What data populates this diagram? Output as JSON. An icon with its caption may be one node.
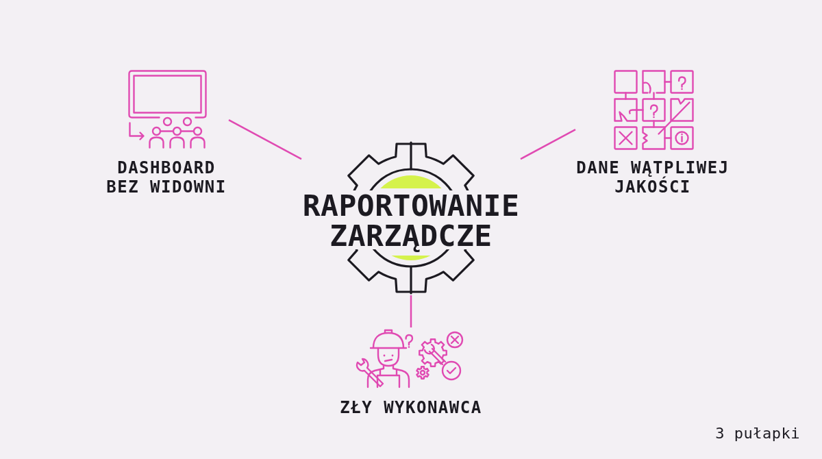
{
  "diagram": {
    "nodes": [
      {
        "text": [
          "DASHBOARD BEZ WIDOWNI"
        ]
      },
      {
        "text": [
          "DANE WĄTPLIWEJ JAKOŚCI"
        ]
      },
      {
        "text": [
          "RAPORTOWANIE ZARZĄDCZE"
        ]
      },
      {
        "text": [
          "ZŁY WYKONAWCA"
        ]
      }
    ],
    "edges": [
      {
        "from": 2,
        "to": 0,
        "arrow": "none"
      },
      {
        "from": 2,
        "to": 1,
        "arrow": "none"
      },
      {
        "from": 2,
        "to": 3,
        "arrow": "none"
      }
    ],
    "labels": [
      "3 pułapki"
    ]
  }
}
